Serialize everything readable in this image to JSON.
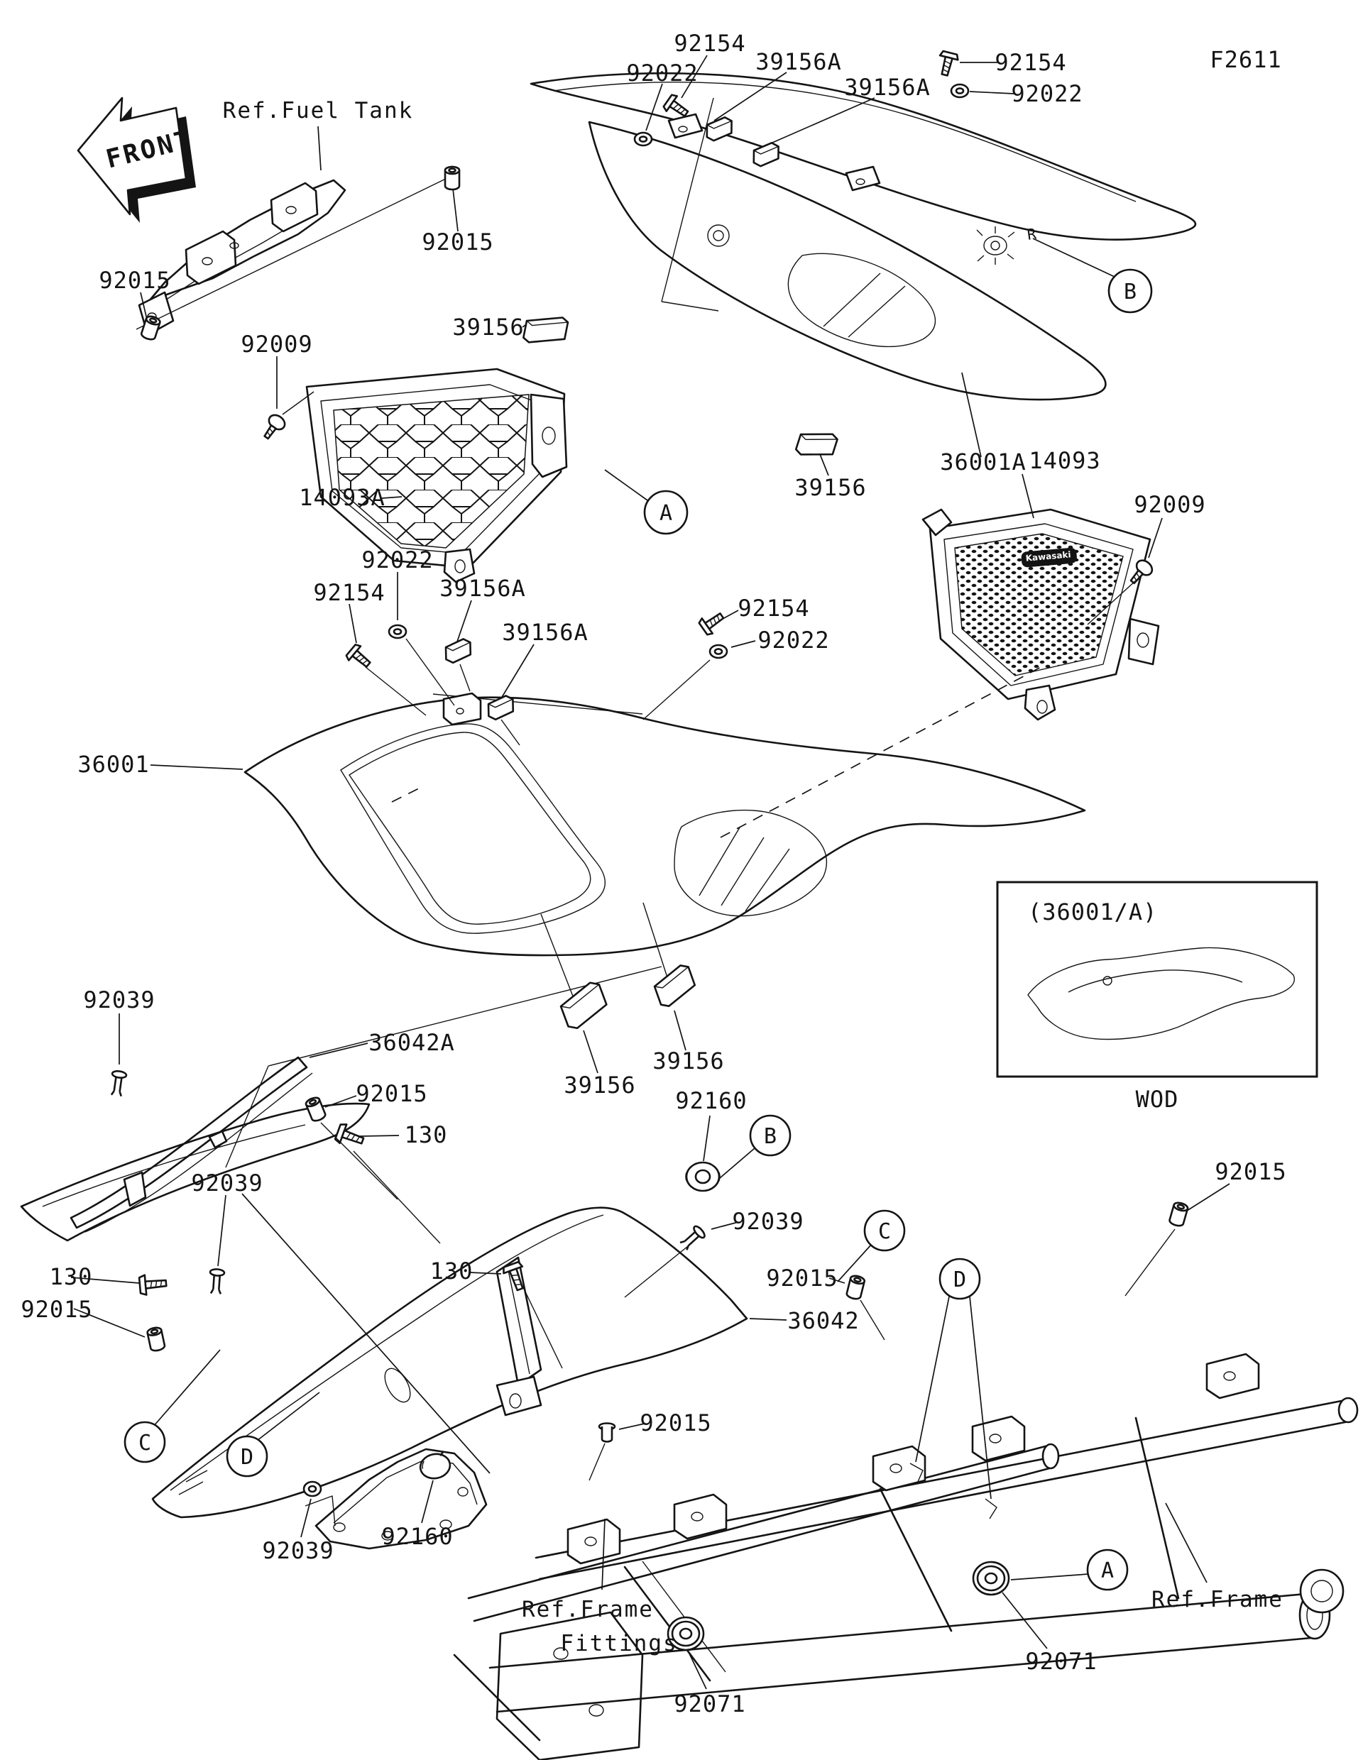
{
  "figure": {
    "code": "F2611"
  },
  "colors": {
    "line": "#141414",
    "background": "#ffffff"
  },
  "front_marker": {
    "text": "FRONT"
  },
  "inset": {
    "caption": "(36001/A)",
    "watermark": "WOD"
  },
  "markings": {
    "side_mark": "R",
    "grille_logo": "Kawasaki"
  },
  "callouts": [
    {
      "id": "figure-code",
      "text": "F2611"
    },
    {
      "id": "front-marker",
      "text": "FRONT"
    },
    {
      "id": "ref-fuel-tank",
      "text": "Ref.Fuel Tank"
    },
    {
      "id": "bolt-top-center",
      "text": "92154"
    },
    {
      "id": "washer-top-center",
      "text": "92022"
    },
    {
      "id": "pad-top-center-1",
      "text": "39156A"
    },
    {
      "id": "pad-top-center-2",
      "text": "39156A"
    },
    {
      "id": "bolt-top-right",
      "text": "92154"
    },
    {
      "id": "washer-top-right",
      "text": "92022"
    },
    {
      "id": "collar-fuel-tank",
      "text": "92015"
    },
    {
      "id": "collar-bracket-left",
      "text": "92015"
    },
    {
      "id": "screw-left-grille",
      "text": "92009"
    },
    {
      "id": "pad-upper-mid",
      "text": "39156"
    },
    {
      "id": "grille-left",
      "text": "14093A"
    },
    {
      "id": "circle-a-grille",
      "text": "A"
    },
    {
      "id": "pad-right-cover",
      "text": "39156"
    },
    {
      "id": "cover-right",
      "text": "36001A"
    },
    {
      "id": "grille-right",
      "text": "14093"
    },
    {
      "id": "screw-right-grille",
      "text": "92009"
    },
    {
      "id": "circle-b-top",
      "text": "B"
    },
    {
      "id": "washer-mid-left",
      "text": "92022"
    },
    {
      "id": "bolt-mid-left",
      "text": "92154"
    },
    {
      "id": "pad-mid-1",
      "text": "39156A"
    },
    {
      "id": "pad-mid-2",
      "text": "39156A"
    },
    {
      "id": "bolt-mid-right",
      "text": "92154"
    },
    {
      "id": "washer-mid-right",
      "text": "92022"
    },
    {
      "id": "cover-left",
      "text": "36001"
    },
    {
      "id": "inset-caption",
      "text": "(36001/A)"
    },
    {
      "id": "inset-watermark",
      "text": "WOD"
    },
    {
      "id": "rivet-strip",
      "text": "92039"
    },
    {
      "id": "trim-strip",
      "text": "36042A"
    },
    {
      "id": "collar-strip",
      "text": "92015"
    },
    {
      "id": "bolt-strip",
      "text": "130"
    },
    {
      "id": "pad-lower-left",
      "text": "39156"
    },
    {
      "id": "pad-lower-right",
      "text": "39156"
    },
    {
      "id": "damper-upper",
      "text": "92160"
    },
    {
      "id": "circle-b-lower",
      "text": "B"
    },
    {
      "id": "collar-frame-top",
      "text": "92015"
    },
    {
      "id": "rivet-cowl-left",
      "text": "92039"
    },
    {
      "id": "rivet-cowl-right",
      "text": "92039"
    },
    {
      "id": "bolt-cowl-right",
      "text": "130"
    },
    {
      "id": "circle-c-frame",
      "text": "C"
    },
    {
      "id": "collar-frame-left",
      "text": "92015"
    },
    {
      "id": "circle-d-frame",
      "text": "D"
    },
    {
      "id": "seat-cowl",
      "text": "36042"
    },
    {
      "id": "circle-c-cowl",
      "text": "C"
    },
    {
      "id": "circle-d-cowl",
      "text": "D"
    },
    {
      "id": "collar-cowl-bottom",
      "text": "92015"
    },
    {
      "id": "washer-bracket",
      "text": "92039"
    },
    {
      "id": "plug-bracket",
      "text": "92160"
    },
    {
      "id": "ref-frame-fittings-1",
      "text": "Ref.Frame"
    },
    {
      "id": "ref-frame-fittings-2",
      "text": "Fittings"
    },
    {
      "id": "grommet-left",
      "text": "92071"
    },
    {
      "id": "circle-a-frame",
      "text": "A"
    },
    {
      "id": "grommet-right",
      "text": "92071"
    },
    {
      "id": "ref-frame",
      "text": "Ref.Frame"
    },
    {
      "id": "side-mark-r",
      "text": "R"
    },
    {
      "id": "grille-logo",
      "text": "Kawasaki"
    },
    {
      "id": "bolt-left-edge",
      "text": "130"
    },
    {
      "id": "collar-left-edge",
      "text": "92015"
    }
  ]
}
